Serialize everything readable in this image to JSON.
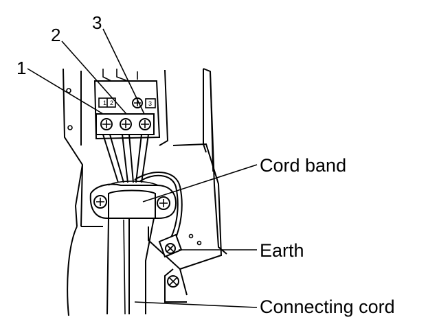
{
  "callouts": {
    "n1": "1",
    "n2": "2",
    "n3": "3",
    "cord_band": "Cord band",
    "earth": "Earth",
    "connecting_cord": "Connecting cord"
  },
  "terminal_marks": {
    "t1": "1",
    "t2": "2",
    "t3": "3"
  },
  "colors": {
    "ink": "#000000",
    "paper": "#ffffff"
  }
}
